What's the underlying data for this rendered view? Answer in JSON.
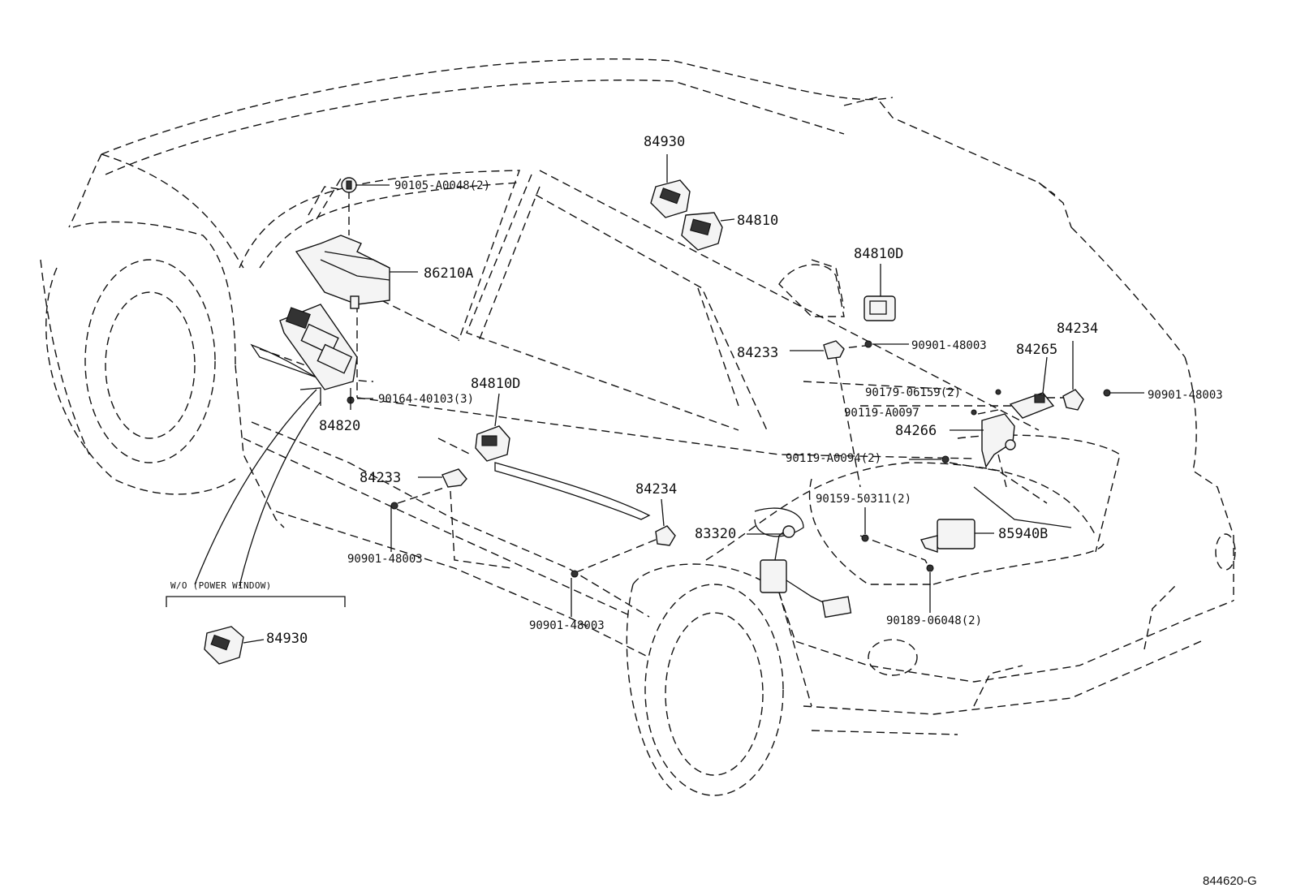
{
  "labels": {
    "p84930_top": "84930",
    "p84810": "84810",
    "p90105": "90105-A0048(2)",
    "p86210A": "86210A",
    "p84810D_right": "84810D",
    "p84233_right": "84233",
    "p90901_a": "90901-48003",
    "p84234_right": "84234",
    "p84265": "84265",
    "p90179": "90179-06159(2)",
    "p90901_b": "90901-48003",
    "p90119_97": "90119-A0097",
    "p84266": "84266",
    "p84810D_left": "84810D",
    "p90164": "90164-40103(3)",
    "p84820": "84820",
    "p90119_94": "90119-A0094(2)",
    "p84233_left": "84233",
    "p90901_c": "90901-48003",
    "p84234_mid": "84234",
    "p83320": "83320",
    "p90159": "90159-50311(2)",
    "p85940B": "85940B",
    "p90901_d": "90901-48003",
    "p90189": "90189-06048(2)",
    "p84930_bottom": "84930",
    "wo_power_window": "W/O (POWER WINDOW)",
    "figure_ref": "844620-G"
  }
}
